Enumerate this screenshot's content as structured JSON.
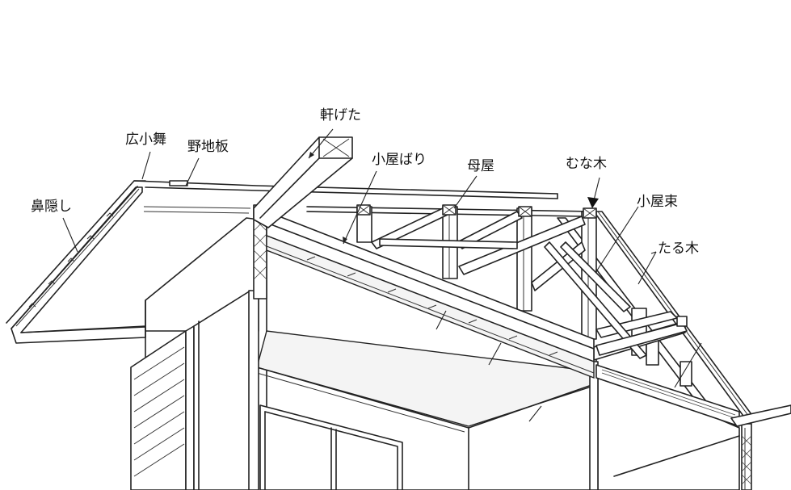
{
  "labels": {
    "hirokomai": "広小舞",
    "nojiita": "野地板",
    "hanakakushi": "鼻隠し",
    "nokigeta": "軒げた",
    "koyabari": "小屋ばり",
    "moya": "母屋",
    "munagi": "むな木",
    "koyazuka": "小屋束",
    "taruki": "たる木"
  }
}
